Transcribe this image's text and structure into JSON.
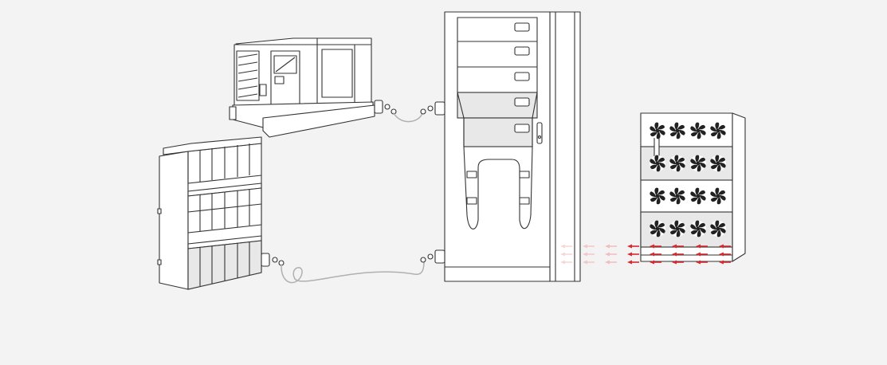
{
  "colors": {
    "background": "#f3f3f3",
    "outline": "#333333",
    "panel_shade": "#e8e8e8",
    "cable": "#b0b0b0",
    "airflow_strong": "#d9282e",
    "airflow_faint": "#f2b8ba"
  },
  "components": [
    {
      "id": "generator",
      "icon": "generator-icon"
    },
    {
      "id": "battery_rack",
      "icon": "battery-rack-icon"
    },
    {
      "id": "ups_cabinet",
      "icon": "ups-cabinet-icon"
    },
    {
      "id": "cooling_unit",
      "icon": "fan-array-icon"
    }
  ],
  "connections": [
    {
      "from": "generator",
      "to": "ups_cabinet"
    },
    {
      "from": "battery_rack",
      "to": "ups_cabinet"
    }
  ],
  "airflow": {
    "direction": "right-to-left",
    "rows": 3
  }
}
